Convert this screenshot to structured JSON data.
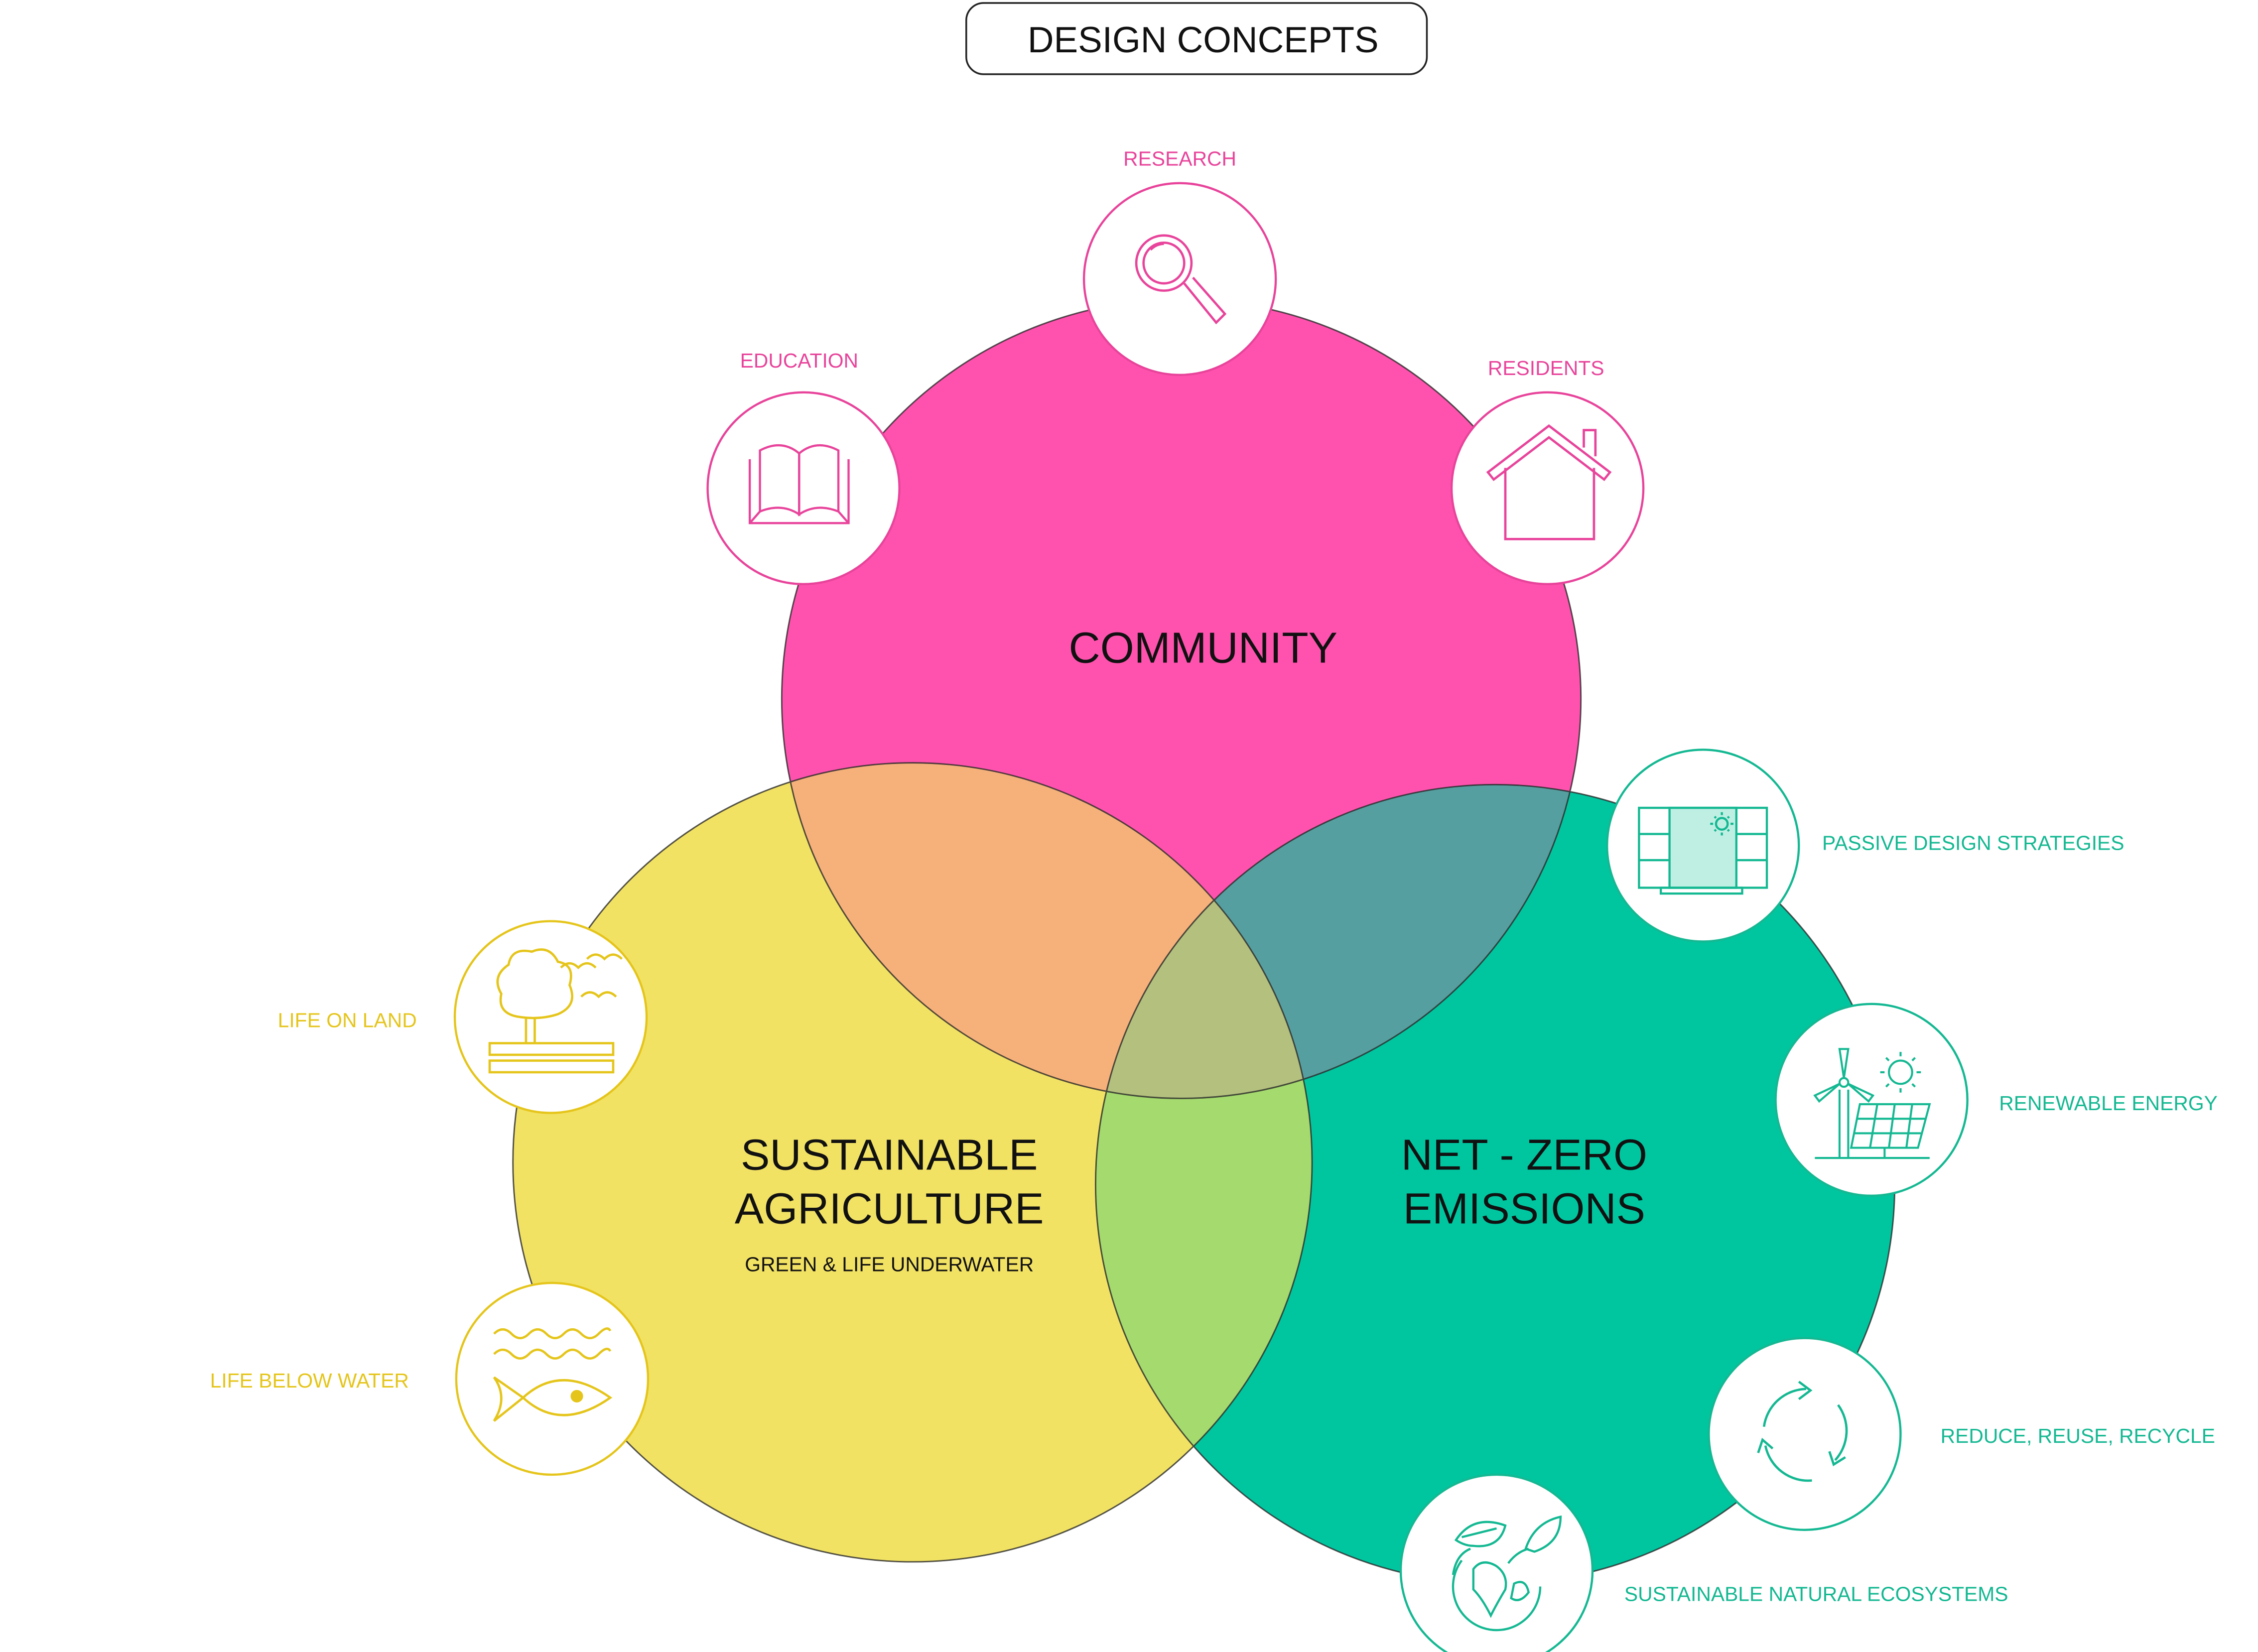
{
  "title": "DESIGN CONCEPTS",
  "colors": {
    "community": "#FF52AE",
    "agriculture": "#F2E264",
    "netzero": "#00C6A0",
    "overlap_comm_agri": "#F6B17B",
    "overlap_comm_net": "#569FA0",
    "overlap_agri_net": "#A5DA6F",
    "overlap_all": "#B3C07E",
    "community_text": "#E8449B",
    "agriculture_text": "#E5C51B",
    "netzero_text": "#14B892"
  },
  "circles": {
    "community": {
      "label": "COMMUNITY"
    },
    "agriculture": {
      "label_line1": "SUSTAINABLE",
      "label_line2": "AGRICULTURE",
      "sublabel": "GREEN & LIFE UNDERWATER"
    },
    "netzero": {
      "label_line1": "NET - ZERO",
      "label_line2": "EMISSIONS"
    }
  },
  "concepts": {
    "research": {
      "label": "RESEARCH",
      "icon": "magnifier-icon"
    },
    "education": {
      "label": "EDUCATION",
      "icon": "book-icon"
    },
    "residents": {
      "label": "RESIDENTS",
      "icon": "house-icon"
    },
    "life_on_land": {
      "label": "LIFE ON LAND",
      "icon": "tree-birds-icon"
    },
    "life_below_water": {
      "label": "LIFE BELOW WATER",
      "icon": "fish-waves-icon"
    },
    "passive_design": {
      "label": "PASSIVE DESIGN STRATEGIES",
      "icon": "window-sun-icon"
    },
    "renewable_energy": {
      "label": "RENEWABLE ENERGY",
      "icon": "wind-solar-icon"
    },
    "reduce_reuse_recycle": {
      "label": "REDUCE, REUSE, RECYCLE",
      "icon": "recycle-icon"
    },
    "natural_ecosystems": {
      "label": "SUSTAINABLE NATURAL ECOSYSTEMS",
      "icon": "globe-leaves-icon"
    }
  }
}
